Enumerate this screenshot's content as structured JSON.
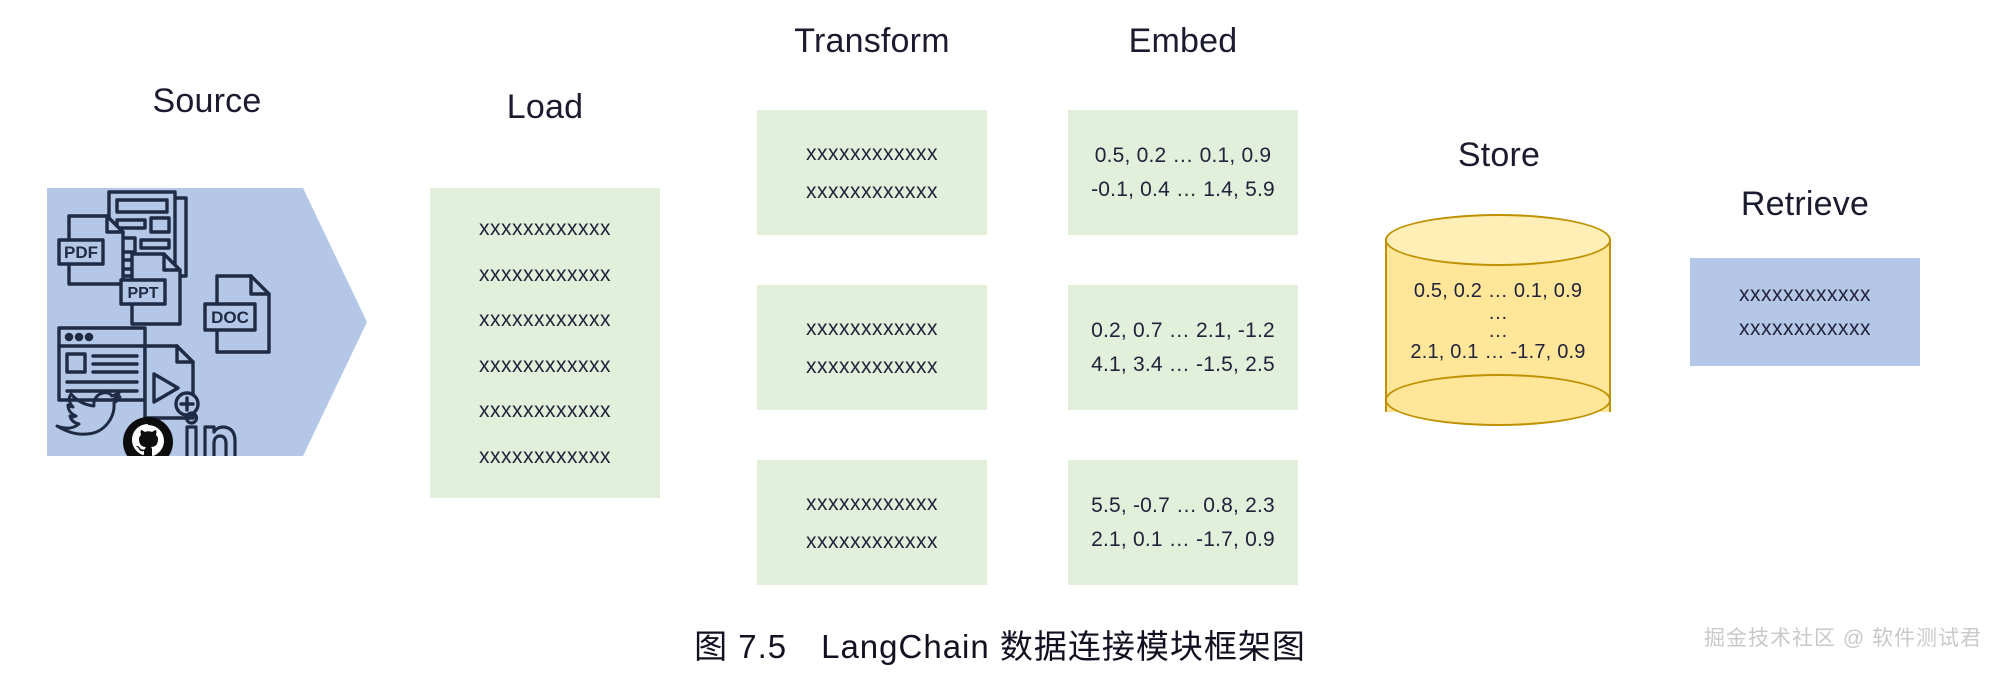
{
  "diagram": {
    "title_caption": "图 7.5　LangChain 数据连接模块框架图",
    "watermark": "掘金技术社区 @ 软件测试君",
    "colors": {
      "source_blue": "#b4c7e7",
      "green_box": "#e2efda",
      "store_yellow": "#ffe699",
      "store_border": "#bf9000",
      "text": "#22223b"
    },
    "stages": {
      "source": {
        "label": "Source",
        "shape": "pentagon-arrow",
        "icons": [
          "pdf-file-icon",
          "newspaper-icon",
          "ppt-file-icon",
          "browser-window-icon",
          "video-file-icon",
          "doc-file-icon",
          "twitter-icon",
          "github-icon",
          "linkedin-icon"
        ]
      },
      "load": {
        "label": "Load",
        "lines": [
          "xxxxxxxxxxxx",
          "xxxxxxxxxxxx",
          "xxxxxxxxxxxx",
          "xxxxxxxxxxxx",
          "xxxxxxxxxxxx",
          "xxxxxxxxxxxx"
        ]
      },
      "transform": {
        "label": "Transform",
        "chunks": [
          {
            "lines": [
              "xxxxxxxxxxxx",
              "xxxxxxxxxxxx"
            ]
          },
          {
            "lines": [
              "xxxxxxxxxxxx",
              "xxxxxxxxxxxx"
            ]
          },
          {
            "lines": [
              "xxxxxxxxxxxx",
              "xxxxxxxxxxxx"
            ]
          }
        ]
      },
      "embed": {
        "label": "Embed",
        "vectors": [
          {
            "lines": [
              "0.5, 0.2 … 0.1, 0.9",
              "-0.1, 0.4 … 1.4, 5.9"
            ]
          },
          {
            "lines": [
              "0.2, 0.7 … 2.1, -1.2",
              "4.1, 3.4 … -1.5, 2.5"
            ]
          },
          {
            "lines": [
              "5.5, -0.7 … 0.8, 2.3",
              "2.1, 0.1 … -1.7, 0.9"
            ]
          }
        ]
      },
      "store": {
        "label": "Store",
        "shape": "database-cylinder",
        "lines": [
          "0.5, 0.2 … 0.1, 0.9",
          "…",
          "…",
          "2.1, 0.1 … -1.7, 0.9"
        ]
      },
      "retrieve": {
        "label": "Retrieve",
        "lines": [
          "xxxxxxxxxxxx",
          "xxxxxxxxxxxx"
        ]
      }
    }
  }
}
